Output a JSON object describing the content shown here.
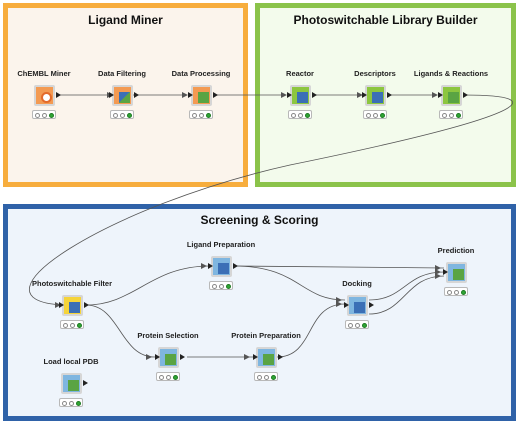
{
  "colors": {
    "orange": "#f7ad3d",
    "green": "#8bc34a",
    "blue": "#2f62a8",
    "wire": "#555555"
  },
  "panels": {
    "ligand_miner": {
      "title": "Ligand Miner"
    },
    "library_builder": {
      "title": "Photoswitchable Library Builder"
    },
    "screening": {
      "title": "Screening & Scoring"
    }
  },
  "nodes": {
    "chembl_miner": {
      "label": "ChEMBL Miner",
      "icon": "chembl-db-icon"
    },
    "data_filtering": {
      "label": "Data Filtering",
      "icon": "filter-node-icon"
    },
    "data_processing": {
      "label": "Data Processing",
      "icon": "processing-node-icon"
    },
    "reactor": {
      "label": "Reactor",
      "icon": "reactor-node-icon"
    },
    "descriptors": {
      "label": "Descriptors",
      "icon": "descriptors-node-icon"
    },
    "ligands_reactions": {
      "label": "Ligands & Reactions",
      "icon": "ligands-node-icon"
    },
    "photo_filter": {
      "label": "Photoswitchable Filter",
      "icon": "photo-filter-node-icon"
    },
    "ligand_prep": {
      "label": "Ligand Preparation",
      "icon": "ligand-prep-node-icon"
    },
    "protein_selection": {
      "label": "Protein Selection",
      "icon": "protein-selection-node-icon"
    },
    "protein_prep": {
      "label": "Protein Preparation",
      "icon": "protein-prep-node-icon"
    },
    "docking": {
      "label": "Docking",
      "icon": "docking-node-icon"
    },
    "prediction": {
      "label": "Prediction",
      "icon": "prediction-node-icon"
    },
    "load_pdb": {
      "label": "Load local PDB",
      "icon": "pdb-node-icon"
    }
  }
}
